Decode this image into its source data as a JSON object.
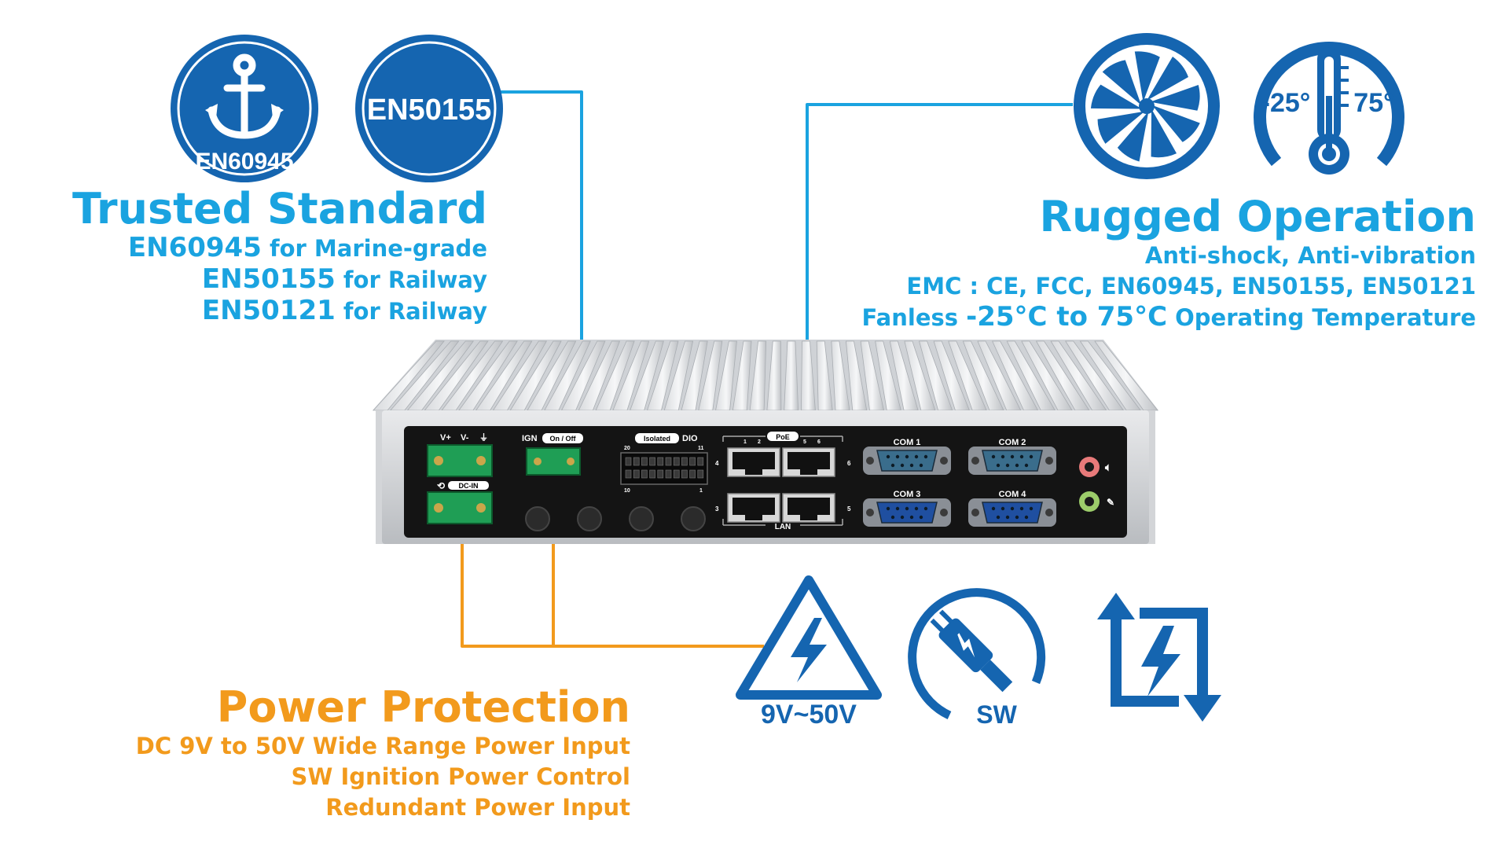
{
  "colors": {
    "blue_accent": "#1aa3e0",
    "blue_badge": "#1565b0",
    "orange_accent": "#f29a1c",
    "green_terminal": "#1f9e55"
  },
  "badges": {
    "marine": {
      "icon": "anchor-icon",
      "label": "EN60945"
    },
    "railway": {
      "icon": "railway-cert-icon",
      "label": "EN50155"
    },
    "fan": {
      "icon": "fan-icon"
    },
    "temp": {
      "icon": "thermometer-icon",
      "low": "-25°",
      "high": "75°"
    },
    "voltage": {
      "icon": "lightning-triangle-icon",
      "label": "9V~50V"
    },
    "ignition": {
      "icon": "plug-icon",
      "label": "SW"
    },
    "redundant": {
      "icon": "redundant-power-icon"
    }
  },
  "trusted": {
    "title": "Trusted Standard",
    "lines": [
      {
        "strong": "EN60945",
        "rest": " for Marine-grade"
      },
      {
        "strong": "EN50155",
        "rest": " for Railway"
      },
      {
        "strong": "EN50121",
        "rest": " for Railway"
      }
    ]
  },
  "rugged": {
    "title": "Rugged Operation",
    "line1": "Anti-shock, Anti-vibration",
    "line2": "EMC : CE, FCC, EN60945, EN50155, EN50121",
    "line3_pre": "Fanless ",
    "line3_temp": "-25°C to 75°C",
    "line3_post": " Operating Temperature"
  },
  "power": {
    "title": "Power Protection",
    "lines": [
      "DC 9V to 50V Wide Range Power Input",
      "SW Ignition Power Control",
      "Redundant Power Input"
    ]
  },
  "device": {
    "power_labels": {
      "vplus": "V+",
      "vminus": "V-",
      "dcin": "DC-IN"
    },
    "ign_label": "IGN",
    "onoff_label": "On / Off",
    "dio_isolated": "Isolated",
    "dio_label": "DIO",
    "dio_pins": {
      "p20": "20",
      "p11": "11",
      "p10": "10",
      "p1": "1"
    },
    "poe_label": "PoE",
    "lan_label": "LAN",
    "lan_numbers": {
      "n1": "1",
      "n2": "2",
      "n3": "3",
      "n4": "4",
      "n5": "5",
      "n6": "6"
    },
    "com_ports": [
      "COM 1",
      "COM 2",
      "COM 3",
      "COM 4"
    ],
    "audio": {
      "out_icon": "speaker-icon",
      "in_icon": "microphone-icon"
    }
  }
}
